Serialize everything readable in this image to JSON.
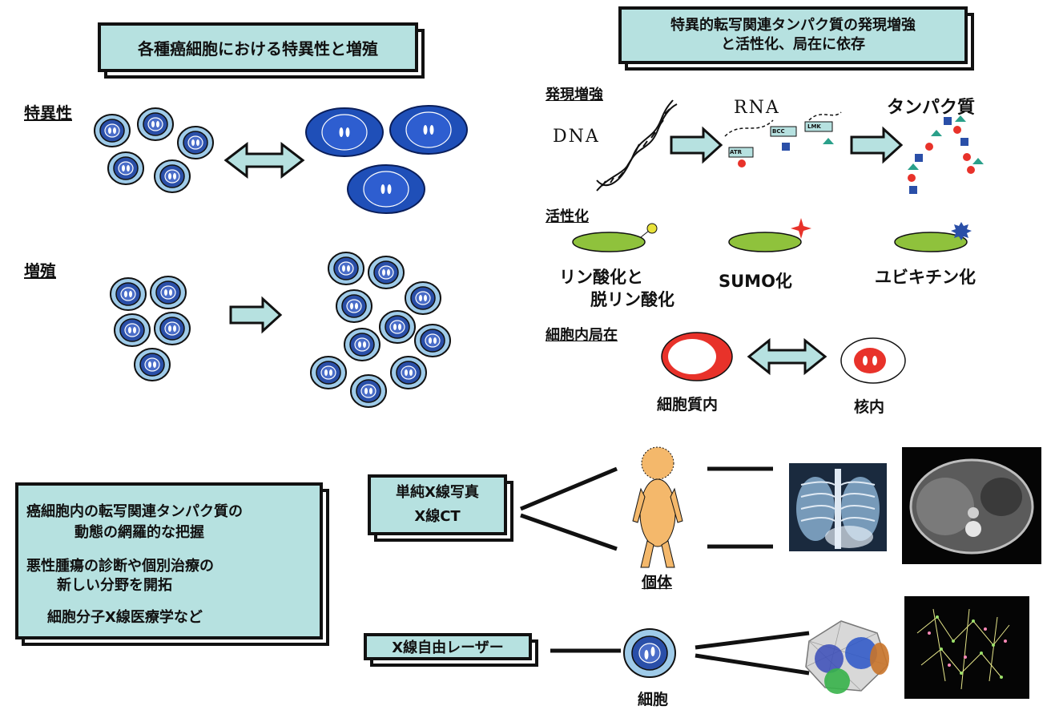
{
  "top_left": {
    "title": "各種癌細胞における特異性と増殖",
    "specificity_label": "特異性",
    "proliferation_label": "増殖"
  },
  "top_right": {
    "title_line1": "特異的転写関連タンパク質の発現増強",
    "title_line2": "と活性化、局在に依存",
    "expression_label": "発現増強",
    "dna": "DNA",
    "rna": "RNA",
    "protein": "タンパク質",
    "rna_tags": [
      "ATR",
      "BCC",
      "LMK"
    ],
    "activation_label": "活性化",
    "phospho_line1": "リン酸化と",
    "phospho_line2": "脱リン酸化",
    "sumo": "SUMO化",
    "ubiquitin": "ユビキチン化",
    "localization_label": "細胞内局在",
    "cytoplasm": "細胞質内",
    "nucleus": "核内"
  },
  "bottom_left": {
    "line1": "癌細胞内の転写関連タンパク質の",
    "line2": "動態の網羅的な把握",
    "line3": "悪性腫瘍の診断や個別治療の",
    "line4": "新しい分野を開拓",
    "line5": "細胞分子X線医療学など"
  },
  "bottom_right": {
    "xray_line1": "単純X線写真",
    "xray_line2": "X線CT",
    "individual": "個体",
    "fel": "X線自由レーザー",
    "cell": "細胞"
  },
  "colors": {
    "box_fill": "#b6e1e0",
    "cell_outer": "#9fcbe9",
    "cell_inner": "#2a4fa8",
    "cancer_cell": "#1f4fb8",
    "arrow_fill": "#b6e1e0",
    "green_protein": "#8fc23c",
    "red_nucleus": "#e8322a",
    "body_orange": "#f4b86b"
  }
}
